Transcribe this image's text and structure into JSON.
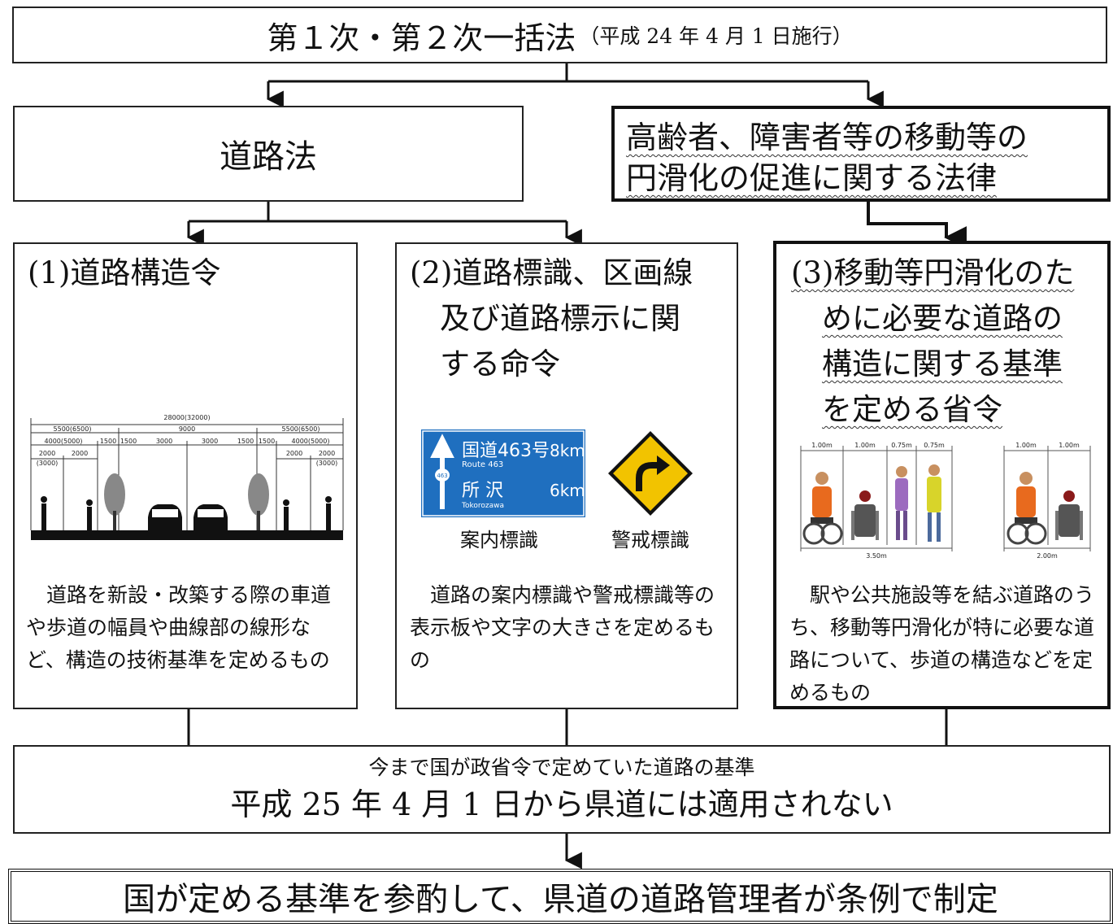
{
  "header": {
    "title": "第１次・第２次一括法",
    "date_note": "（平成 24 年 4 月 1 日施行）"
  },
  "laws": {
    "road_act": "道路法",
    "barrier_free_act_line1": "高齢者、障害者等の移動等の",
    "barrier_free_act_line2": "円滑化の促進に関する法律"
  },
  "ordinances": [
    {
      "title_lines": [
        "(1)道路構造令"
      ],
      "description": "　道路を新設・改築する際の車道や歩道の幅員や曲線部の線形など、構造の技術基準を定めるもの",
      "illustration_labels": {
        "total": "28000(32000)",
        "left_side": "5500(6500)",
        "center": "9000",
        "right_side": "5500(6500)",
        "sub_left": "4000(5000)",
        "sub_right": "4000(5000)",
        "inner": [
          "1500",
          "1500",
          "3000",
          "3000",
          "1500",
          "1500"
        ],
        "walk_left": [
          "2000",
          "2000"
        ],
        "walk_left_paren": "(3000)",
        "walk_right": [
          "2000",
          "2000"
        ],
        "walk_right_paren": "(3000)"
      }
    },
    {
      "title_lines": [
        "(2)道路標識、区画線",
        "　及び道路標示に関",
        "　する命令"
      ],
      "description": "　道路の案内標識や警戒標識等の表示板や文字の大きさを定めるもの",
      "guide_sign": {
        "route_kanji": "国道463号",
        "route_latin": "Route 463",
        "route_dist": "8km",
        "route_badge": "463",
        "place_kanji": "所 沢",
        "place_latin": "Tokorozawa",
        "place_dist": "6km",
        "color": "#1f6fbf"
      },
      "warning_sign": {
        "color": "#f2c300"
      },
      "captions": {
        "guide": "案内標識",
        "warning": "警戒標識"
      }
    },
    {
      "title_lines": [
        "(3)移動等円滑化のた",
        "めに必要な道路の",
        "構造に関する基準",
        "を定める省令"
      ],
      "description": "　駅や公共施設等を結ぶ道路のうち、移動等円滑化が特に必要な道路について、歩道の構造などを定めるもの",
      "illustration_labels": {
        "left_widths": [
          "1.00m",
          "1.00m",
          "0.75m",
          "0.75m"
        ],
        "left_total": "3.50m",
        "right_widths": [
          "1.00m",
          "1.00m"
        ],
        "right_total": "2.00m"
      }
    }
  ],
  "summary": {
    "line1": "今まで国が政省令で定めていた道路の基準",
    "line2": "平成 25 年 4 月 1 日から県道には適用されない"
  },
  "conclusion": "国が定める基準を参酌して、県道の道路管理者が条例で制定"
}
